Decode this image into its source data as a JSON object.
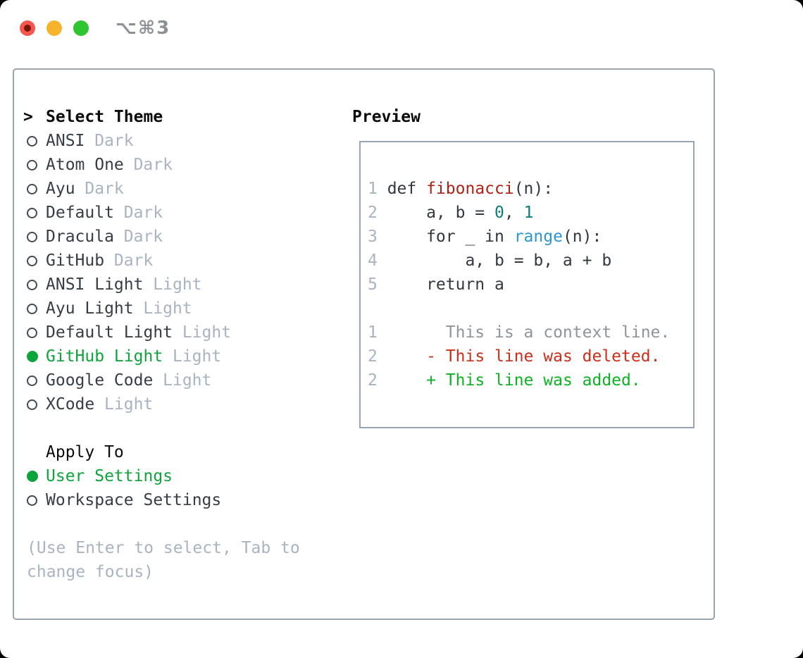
{
  "window": {
    "title_shortcut": "⌥⌘3"
  },
  "titlebar": {
    "buttons": [
      {
        "name": "close",
        "color": "#f4574e",
        "dot": "#7c140e"
      },
      {
        "name": "minimize",
        "color": "#f6b42e"
      },
      {
        "name": "zoom",
        "color": "#2ec531"
      }
    ]
  },
  "colors": {
    "accent_green": "#0ea43c",
    "muted_gray": "#a9b3c1",
    "panel_border": "#9aa4af",
    "text_dark": "#363d44"
  },
  "theme_picker": {
    "title": "Select Theme",
    "prompt": ">",
    "items": [
      {
        "label": "ANSI",
        "tag": "Dark",
        "selected": false
      },
      {
        "label": "Atom One",
        "tag": "Dark",
        "selected": false
      },
      {
        "label": "Ayu",
        "tag": "Dark",
        "selected": false
      },
      {
        "label": "Default",
        "tag": "Dark",
        "selected": false
      },
      {
        "label": "Dracula",
        "tag": "Dark",
        "selected": false
      },
      {
        "label": "GitHub",
        "tag": "Dark",
        "selected": false
      },
      {
        "label": "ANSI Light",
        "tag": "Light",
        "selected": false
      },
      {
        "label": "Ayu Light",
        "tag": "Light",
        "selected": false
      },
      {
        "label": "Default Light",
        "tag": "Light",
        "selected": false
      },
      {
        "label": "GitHub Light",
        "tag": "Light",
        "selected": true
      },
      {
        "label": "Google Code",
        "tag": "Light",
        "selected": false
      },
      {
        "label": "XCode",
        "tag": "Light",
        "selected": false
      }
    ],
    "apply_to": {
      "title": "Apply To",
      "options": [
        {
          "label": "User Settings",
          "selected": true
        },
        {
          "label": "Workspace Settings",
          "selected": false
        }
      ]
    },
    "hint": "(Use Enter to select, Tab to change focus)"
  },
  "preview": {
    "title": "Preview",
    "lines": [
      {
        "num": "1",
        "tokens": [
          {
            "text": "def ",
            "cls": "plain"
          },
          {
            "text": "fibonacci",
            "cls": "func"
          },
          {
            "text": "(n):",
            "cls": "plain"
          }
        ]
      },
      {
        "num": "2",
        "tokens": [
          {
            "text": "    a, b = ",
            "cls": "plain"
          },
          {
            "text": "0",
            "cls": "number"
          },
          {
            "text": ", ",
            "cls": "plain"
          },
          {
            "text": "1",
            "cls": "number"
          }
        ]
      },
      {
        "num": "3",
        "tokens": [
          {
            "text": "    for _ in ",
            "cls": "plain"
          },
          {
            "text": "range",
            "cls": "builtin"
          },
          {
            "text": "(n):",
            "cls": "plain"
          }
        ]
      },
      {
        "num": "4",
        "tokens": [
          {
            "text": "        a, b = b, a + b",
            "cls": "plain"
          }
        ]
      },
      {
        "num": "5",
        "tokens": [
          {
            "text": "    return a",
            "cls": "plain"
          }
        ]
      },
      {
        "num": "",
        "tokens": []
      },
      {
        "num": "1",
        "tokens": [
          {
            "text": "      This is a context line.",
            "cls": "context"
          }
        ]
      },
      {
        "num": "2",
        "tokens": [
          {
            "text": "    ",
            "cls": "plain"
          },
          {
            "text": "- This line was deleted.",
            "cls": "deleted"
          }
        ]
      },
      {
        "num": "2",
        "tokens": [
          {
            "text": "    ",
            "cls": "plain"
          },
          {
            "text": "+ This line was added.",
            "cls": "added"
          }
        ]
      }
    ]
  }
}
